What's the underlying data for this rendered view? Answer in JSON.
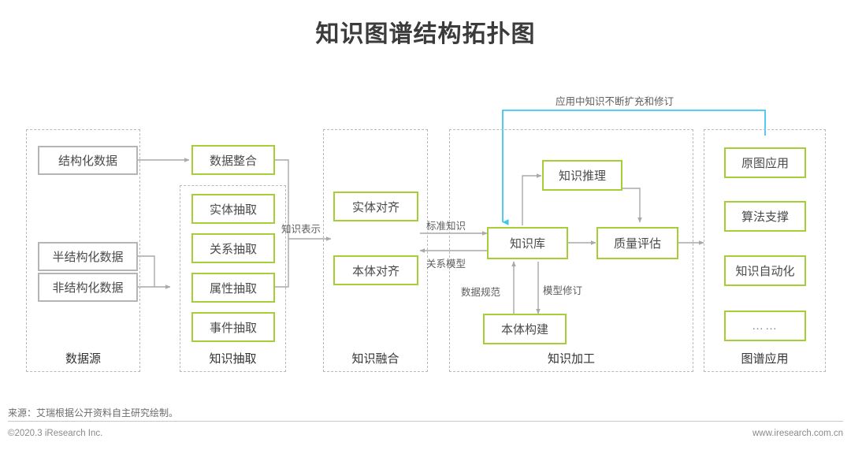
{
  "page": {
    "title": "知识图谱结构拓扑图",
    "accent_green": "#a6ce39",
    "accent_cyan": "#3fc6ef",
    "gray_border": "#b5b5b5",
    "dash_border": "#b9b9b9"
  },
  "sections": [
    {
      "id": "data-source",
      "label": "数据源"
    },
    {
      "id": "knowledge-extract",
      "label": "知识抽取"
    },
    {
      "id": "knowledge-fusion",
      "label": "知识融合"
    },
    {
      "id": "knowledge-process",
      "label": "知识加工"
    },
    {
      "id": "graph-application",
      "label": "图谱应用"
    }
  ],
  "nodes": {
    "structured_data": "结构化数据",
    "semi_structured_data": "半结构化数据",
    "unstructured_data": "非结构化数据",
    "data_integration": "数据整合",
    "entity_extraction": "实体抽取",
    "relation_extraction": "关系抽取",
    "attribute_extraction": "属性抽取",
    "event_extraction": "事件抽取",
    "entity_alignment": "实体对齐",
    "ontology_alignment": "本体对齐",
    "knowledge_base": "知识库",
    "knowledge_reasoning": "知识推理",
    "quality_evaluation": "质量评估",
    "ontology_construction": "本体构建",
    "original_graph_app": "原图应用",
    "algorithm_support": "算法支撑",
    "knowledge_automation": "知识自动化",
    "ellipsis": "……"
  },
  "edge_labels": {
    "knowledge_representation": "知识表示",
    "standard_knowledge": "标准知识",
    "relation_model": "关系模型",
    "data_specification": "数据规范",
    "model_revision": "模型修订",
    "feedback_loop": "应用中知识不断扩充和修订"
  },
  "footer": {
    "source": "来源：艾瑞根据公开资料自主研究绘制。",
    "copyright": "©2020.3 iResearch Inc.",
    "website": "www.iresearch.com.cn"
  }
}
